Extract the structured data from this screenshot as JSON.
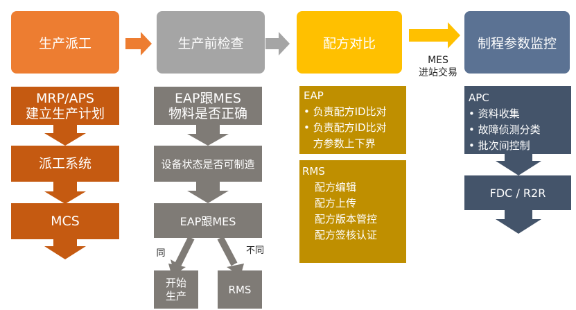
{
  "colors": {
    "orange_header": "#ED7D31",
    "orange_dark": "#C55A11",
    "gray_header": "#A5A5A5",
    "gray_dark": "#7F7B76",
    "yellow_header": "#FFC000",
    "gold_dark": "#BF8F00",
    "blue_header": "#5B7293",
    "slate_dark": "#44546A"
  },
  "columns": {
    "dispatch": {
      "header": "生产派工",
      "steps": [
        "MRP/APS\n建立生产计划",
        "派工系统",
        "MCS"
      ]
    },
    "precheck": {
      "header": "生产前检查",
      "steps": [
        "EAP跟MES\n物料是否正确",
        "设备状态是否可制造",
        "EAP跟MES"
      ],
      "branch_same_label": "同",
      "branch_diff_label": "不同",
      "outcome_same": "开始\n生产",
      "outcome_diff": "RMS"
    },
    "recipe": {
      "header": "配方对比",
      "eap": {
        "title": "EAP",
        "items": [
          "负责配方ID比对",
          "负责配方ID比对\n方参数上下界"
        ]
      },
      "rms": {
        "title": "RMS",
        "items": [
          "配方编辑",
          "配方上传",
          "配方版本管控",
          "配方签核认证"
        ]
      }
    },
    "monitor": {
      "header": "制程参数监控",
      "apc": {
        "title": "APC",
        "items": [
          "资料收集",
          "故障侦测分类",
          "批次间控制"
        ]
      },
      "fdc": "FDC / R2R"
    }
  },
  "mes_arrow_label": "MES\n进站交易"
}
